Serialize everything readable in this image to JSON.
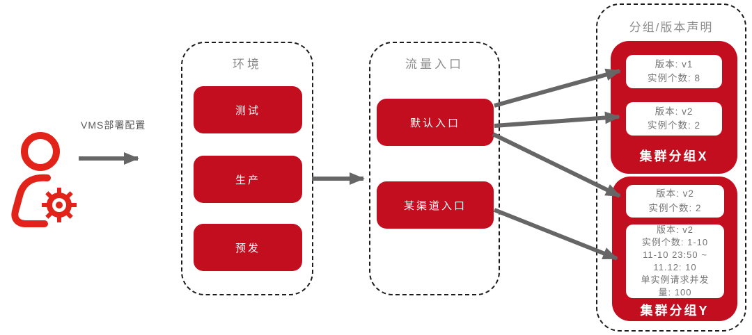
{
  "actor": {
    "icon": "user-gear-icon"
  },
  "flow_label": "VMS部署配置",
  "panels": {
    "environment": {
      "title": "环境",
      "items": [
        {
          "label": "测试"
        },
        {
          "label": "生产"
        },
        {
          "label": "预发"
        }
      ]
    },
    "traffic": {
      "title": "流量入口",
      "items": [
        {
          "label": "默认入口"
        },
        {
          "label": "某渠道入口"
        }
      ]
    },
    "groups": {
      "title": "分组/版本声明",
      "clusters": [
        {
          "name": "集群分组X",
          "versions": [
            {
              "lines": [
                "版本: v1",
                "实例个数: 8"
              ]
            },
            {
              "lines": [
                "版本: v2",
                "实例个数: 2"
              ]
            }
          ]
        },
        {
          "name": "集群分组Y",
          "versions": [
            {
              "lines": [
                "版本: v2",
                "实例个数: 2"
              ]
            },
            {
              "lines": [
                "版本: v2",
                "实例个数: 1-10",
                "11-10 23:50 ~",
                "11.12: 10",
                "单实例请求并发",
                "量: 100"
              ]
            }
          ]
        }
      ]
    }
  },
  "connections": [
    {
      "from": "actor",
      "to": "environment"
    },
    {
      "from": "生产",
      "to": "流量入口"
    },
    {
      "from": "默认入口",
      "to": "集群分组X 版本v1"
    },
    {
      "from": "默认入口",
      "to": "集群分组X 版本v2"
    },
    {
      "from": "默认入口",
      "to": "集群分组Y 版本v2"
    },
    {
      "from": "某渠道入口",
      "to": "集群分组Y 版本v2(定时)"
    }
  ],
  "colors": {
    "node_red": "#c20e1f",
    "icon_red": "#e2231a",
    "arrow_gray": "#666666",
    "header_gray": "#8c8c8c",
    "box_text_gray": "#757575",
    "dash_border": "#1b1b1b"
  }
}
